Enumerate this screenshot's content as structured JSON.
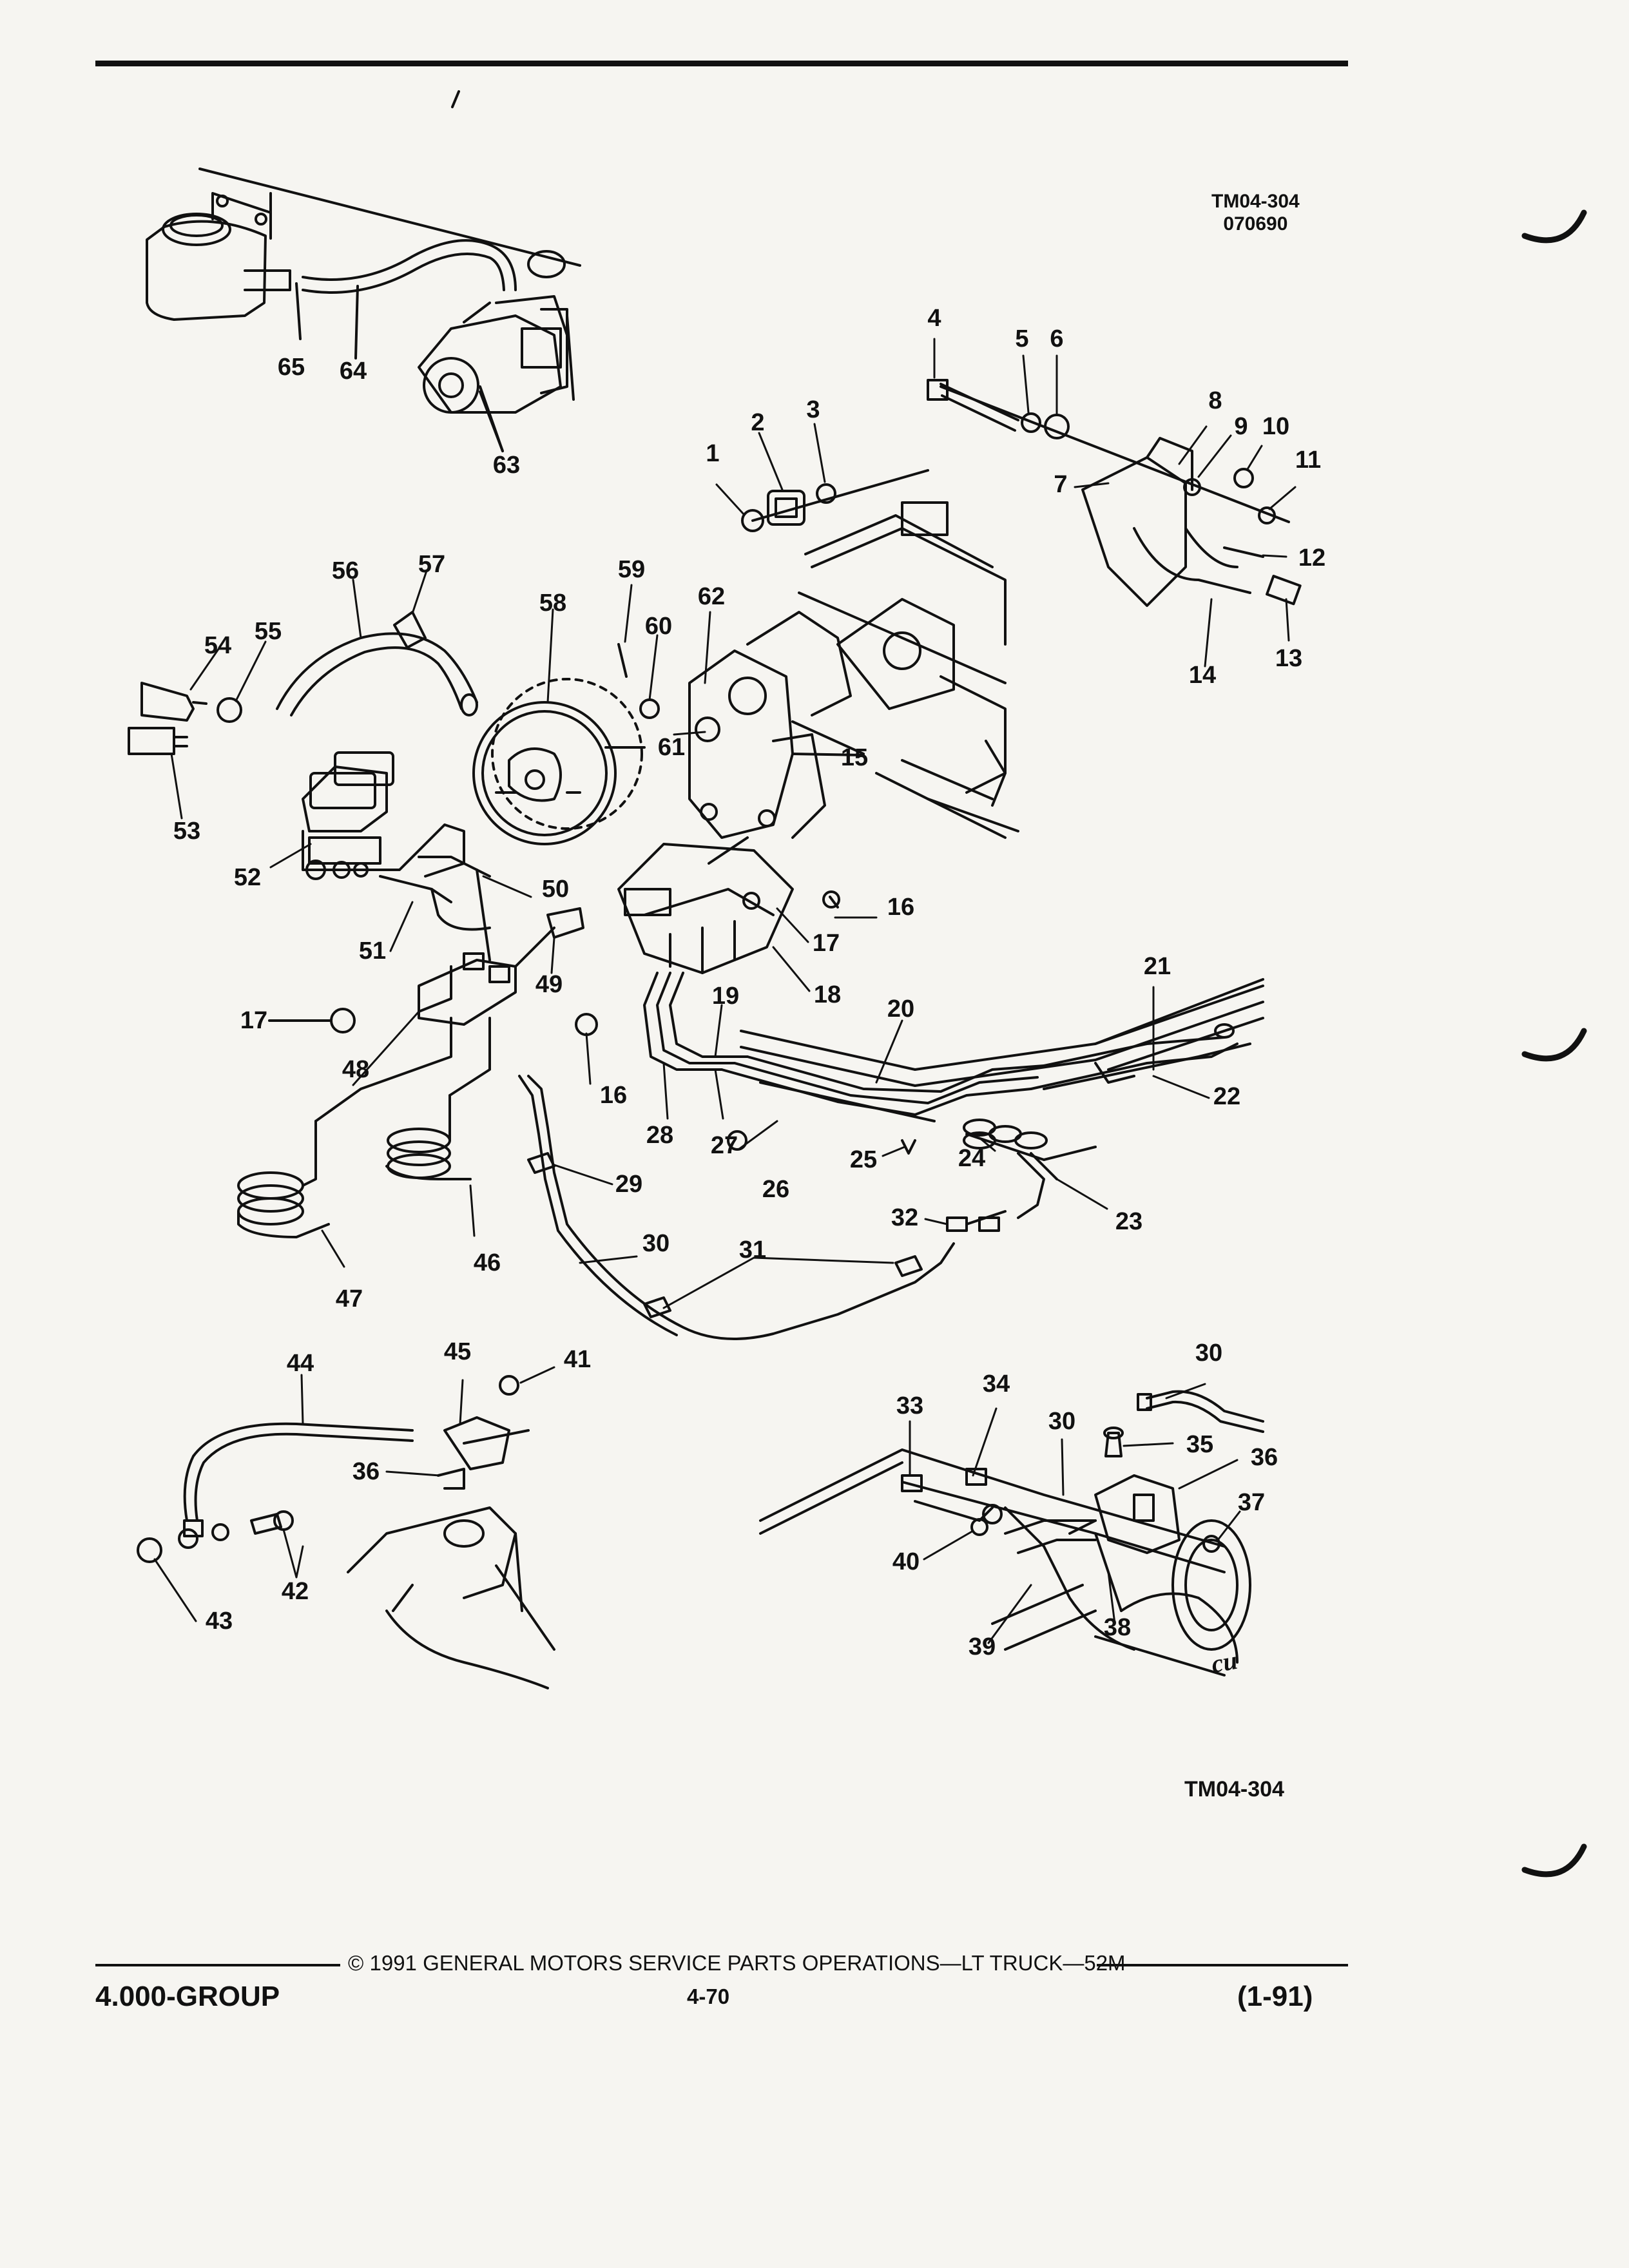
{
  "header": {
    "figure_code": "TM04-304",
    "figure_date": "070690"
  },
  "diagram": {
    "caption_code": "TM04-304",
    "callouts": [
      "1",
      "2",
      "3",
      "4",
      "5",
      "6",
      "7",
      "8",
      "9",
      "10",
      "11",
      "12",
      "13",
      "14",
      "15",
      "16",
      "16",
      "17",
      "17",
      "18",
      "19",
      "20",
      "21",
      "22",
      "23",
      "24",
      "25",
      "26",
      "27",
      "28",
      "29",
      "30",
      "30",
      "30",
      "31",
      "32",
      "33",
      "34",
      "35",
      "36",
      "36",
      "37",
      "38",
      "39",
      "40",
      "41",
      "42",
      "43",
      "44",
      "45",
      "46",
      "47",
      "48",
      "49",
      "50",
      "51",
      "52",
      "53",
      "54",
      "55",
      "56",
      "57",
      "58",
      "59",
      "60",
      "61",
      "62",
      "63",
      "64",
      "65"
    ],
    "stamp": "cu"
  },
  "footer": {
    "group": "4.000-GROUP",
    "copyright": "© 1991 GENERAL MOTORS SERVICE PARTS OPERATIONS—LT TRUCK—52M",
    "page": "4-70",
    "revision": "(1-91)"
  },
  "colors": {
    "ink": "#111111",
    "paper": "#f6f5f1"
  }
}
